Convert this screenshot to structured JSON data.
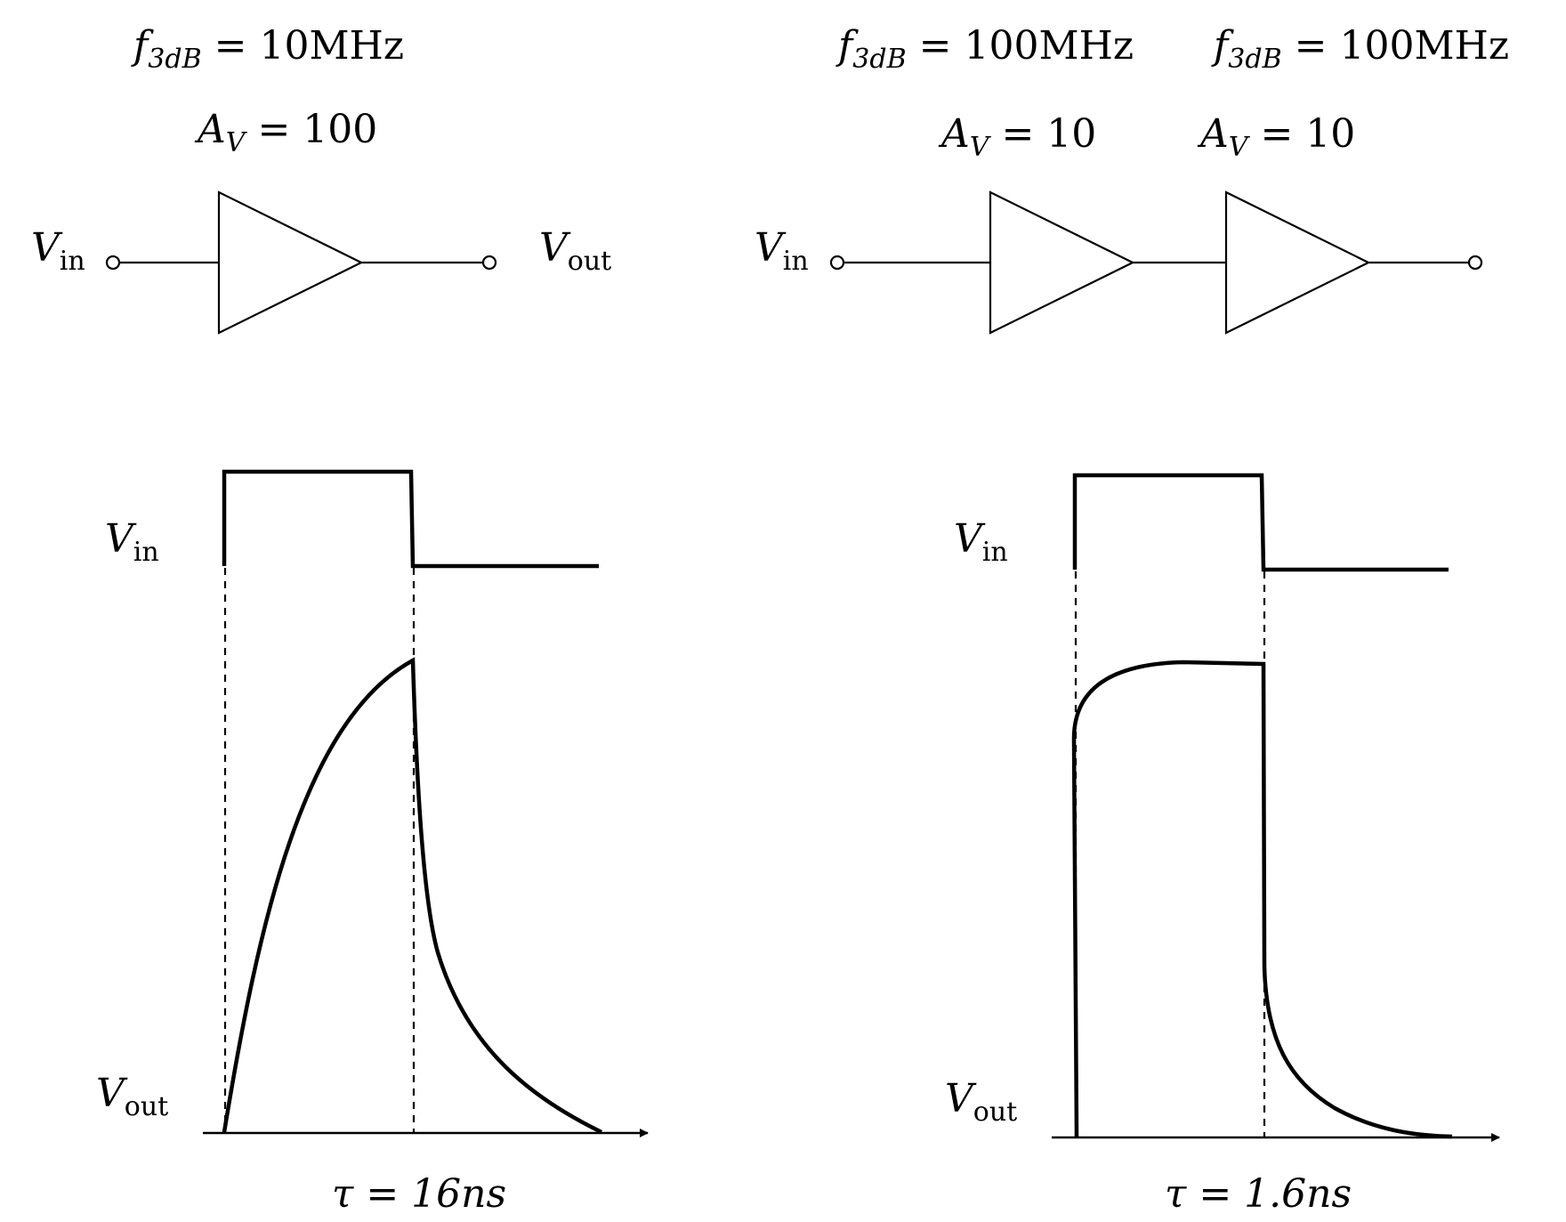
{
  "left": {
    "f3db": {
      "sym": "f",
      "sub": "3dB",
      "rest": " = 10MHz"
    },
    "av": {
      "sym": "A",
      "sub": "V",
      "rest": " = 100"
    },
    "vin_label": {
      "sym": "V",
      "sub": "in"
    },
    "vout_label": {
      "sym": "V",
      "sub": "out"
    },
    "wave_vin": {
      "sym": "V",
      "sub": "in"
    },
    "wave_vout": {
      "sym": "V",
      "sub": "out"
    },
    "tau": "τ = 16ns"
  },
  "right": {
    "stage1": {
      "f3db": {
        "sym": "f",
        "sub": "3dB",
        "rest": " = 100MHz"
      },
      "av": {
        "sym": "A",
        "sub": "V",
        "rest": " = 10"
      }
    },
    "stage2": {
      "f3db": {
        "sym": "f",
        "sub": "3dB",
        "rest": " = 100MHz"
      },
      "av": {
        "sym": "A",
        "sub": "V",
        "rest": " = 10"
      }
    },
    "vin_label": {
      "sym": "V",
      "sub": "in"
    },
    "wave_vin": {
      "sym": "V",
      "sub": "in"
    },
    "wave_vout": {
      "sym": "V",
      "sub": "out"
    },
    "tau": "τ = 1.6ns"
  }
}
